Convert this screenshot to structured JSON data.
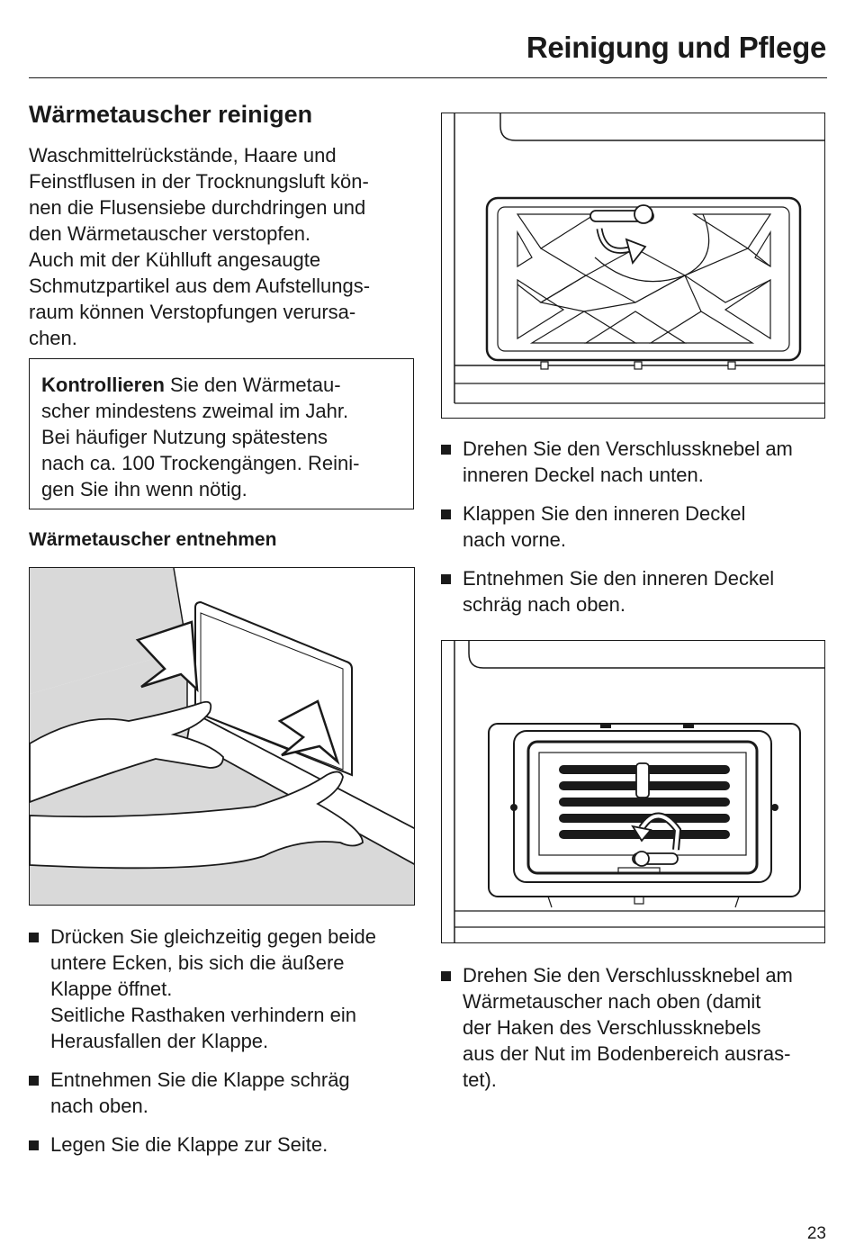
{
  "header": {
    "title": "Reinigung und Pflege"
  },
  "section": {
    "title": "Wärmetauscher reinigen",
    "intro": [
      "Waschmittelrückstände, Haare und",
      "Feinstflusen in der Trocknungsluft kön-",
      "nen die Flusensiebe durchdringen und",
      "den Wärmetauscher verstopfen.",
      "Auch mit der Kühlluft angesaugte",
      "Schmutzpartikel aus dem Aufstellungs-",
      "raum können Verstopfungen verursa-",
      "chen."
    ],
    "notice": {
      "bold": "Kontrollieren",
      "lines": [
        " Sie den Wärmetau-",
        "scher mindestens zweimal im Jahr.",
        "Bei häufiger Nutzung spätestens",
        "nach ca. 100 Trockengängen. Reini-",
        "gen Sie ihn wenn nötig."
      ]
    },
    "subheading": "Wärmetauscher entnehmen"
  },
  "left_steps": [
    {
      "lines": [
        "Drücken Sie gleichzeitig gegen beide",
        "untere Ecken, bis sich die äußere",
        "Klappe öffnet.",
        "Seitliche Rasthaken verhindern ein",
        "Herausfallen der Klappe."
      ]
    },
    {
      "lines": [
        "Entnehmen Sie die Klappe schräg",
        "nach oben."
      ]
    },
    {
      "lines": [
        "Legen Sie die Klappe zur Seite."
      ]
    }
  ],
  "right_steps_1": [
    {
      "lines": [
        "Drehen Sie den Verschlussknebel am",
        "inneren Deckel nach unten."
      ]
    },
    {
      "lines": [
        "Klappen Sie den inneren Deckel",
        "nach vorne."
      ]
    },
    {
      "lines": [
        "Entnehmen Sie den inneren Deckel",
        "schräg nach oben."
      ]
    }
  ],
  "right_steps_2": [
    {
      "lines": [
        "Drehen Sie den Verschlussknebel am",
        "Wärmetauscher nach oben (damit",
        "der Haken des Verschlussknebels",
        "aus der Nut im Bodenbereich ausras-",
        "tet)."
      ]
    }
  ],
  "page_number": "23",
  "colors": {
    "text": "#1a1a1a",
    "illustration_fill": "#d9d9d9"
  }
}
